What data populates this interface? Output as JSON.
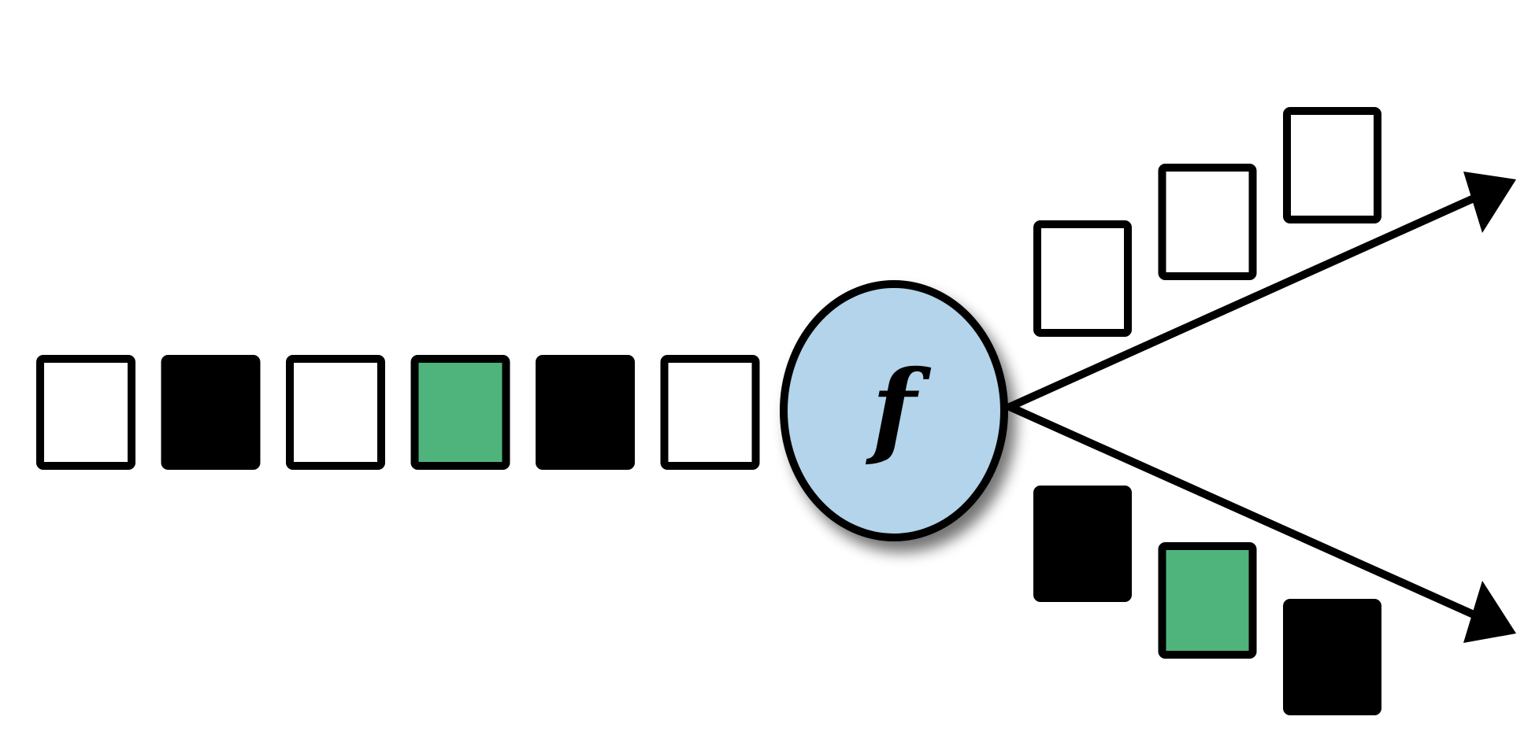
{
  "diagram": {
    "function_label": "f",
    "colors": {
      "empty": "#ffffff",
      "filled": "#000000",
      "highlight": "#4fb47b",
      "function_fill": "#b3d4ea",
      "stroke": "#000000"
    },
    "input_sequence": [
      "empty",
      "filled",
      "empty",
      "highlight",
      "filled",
      "empty"
    ],
    "output_upper": [
      "empty",
      "empty",
      "empty"
    ],
    "output_lower": [
      "filled",
      "highlight",
      "filled"
    ]
  }
}
